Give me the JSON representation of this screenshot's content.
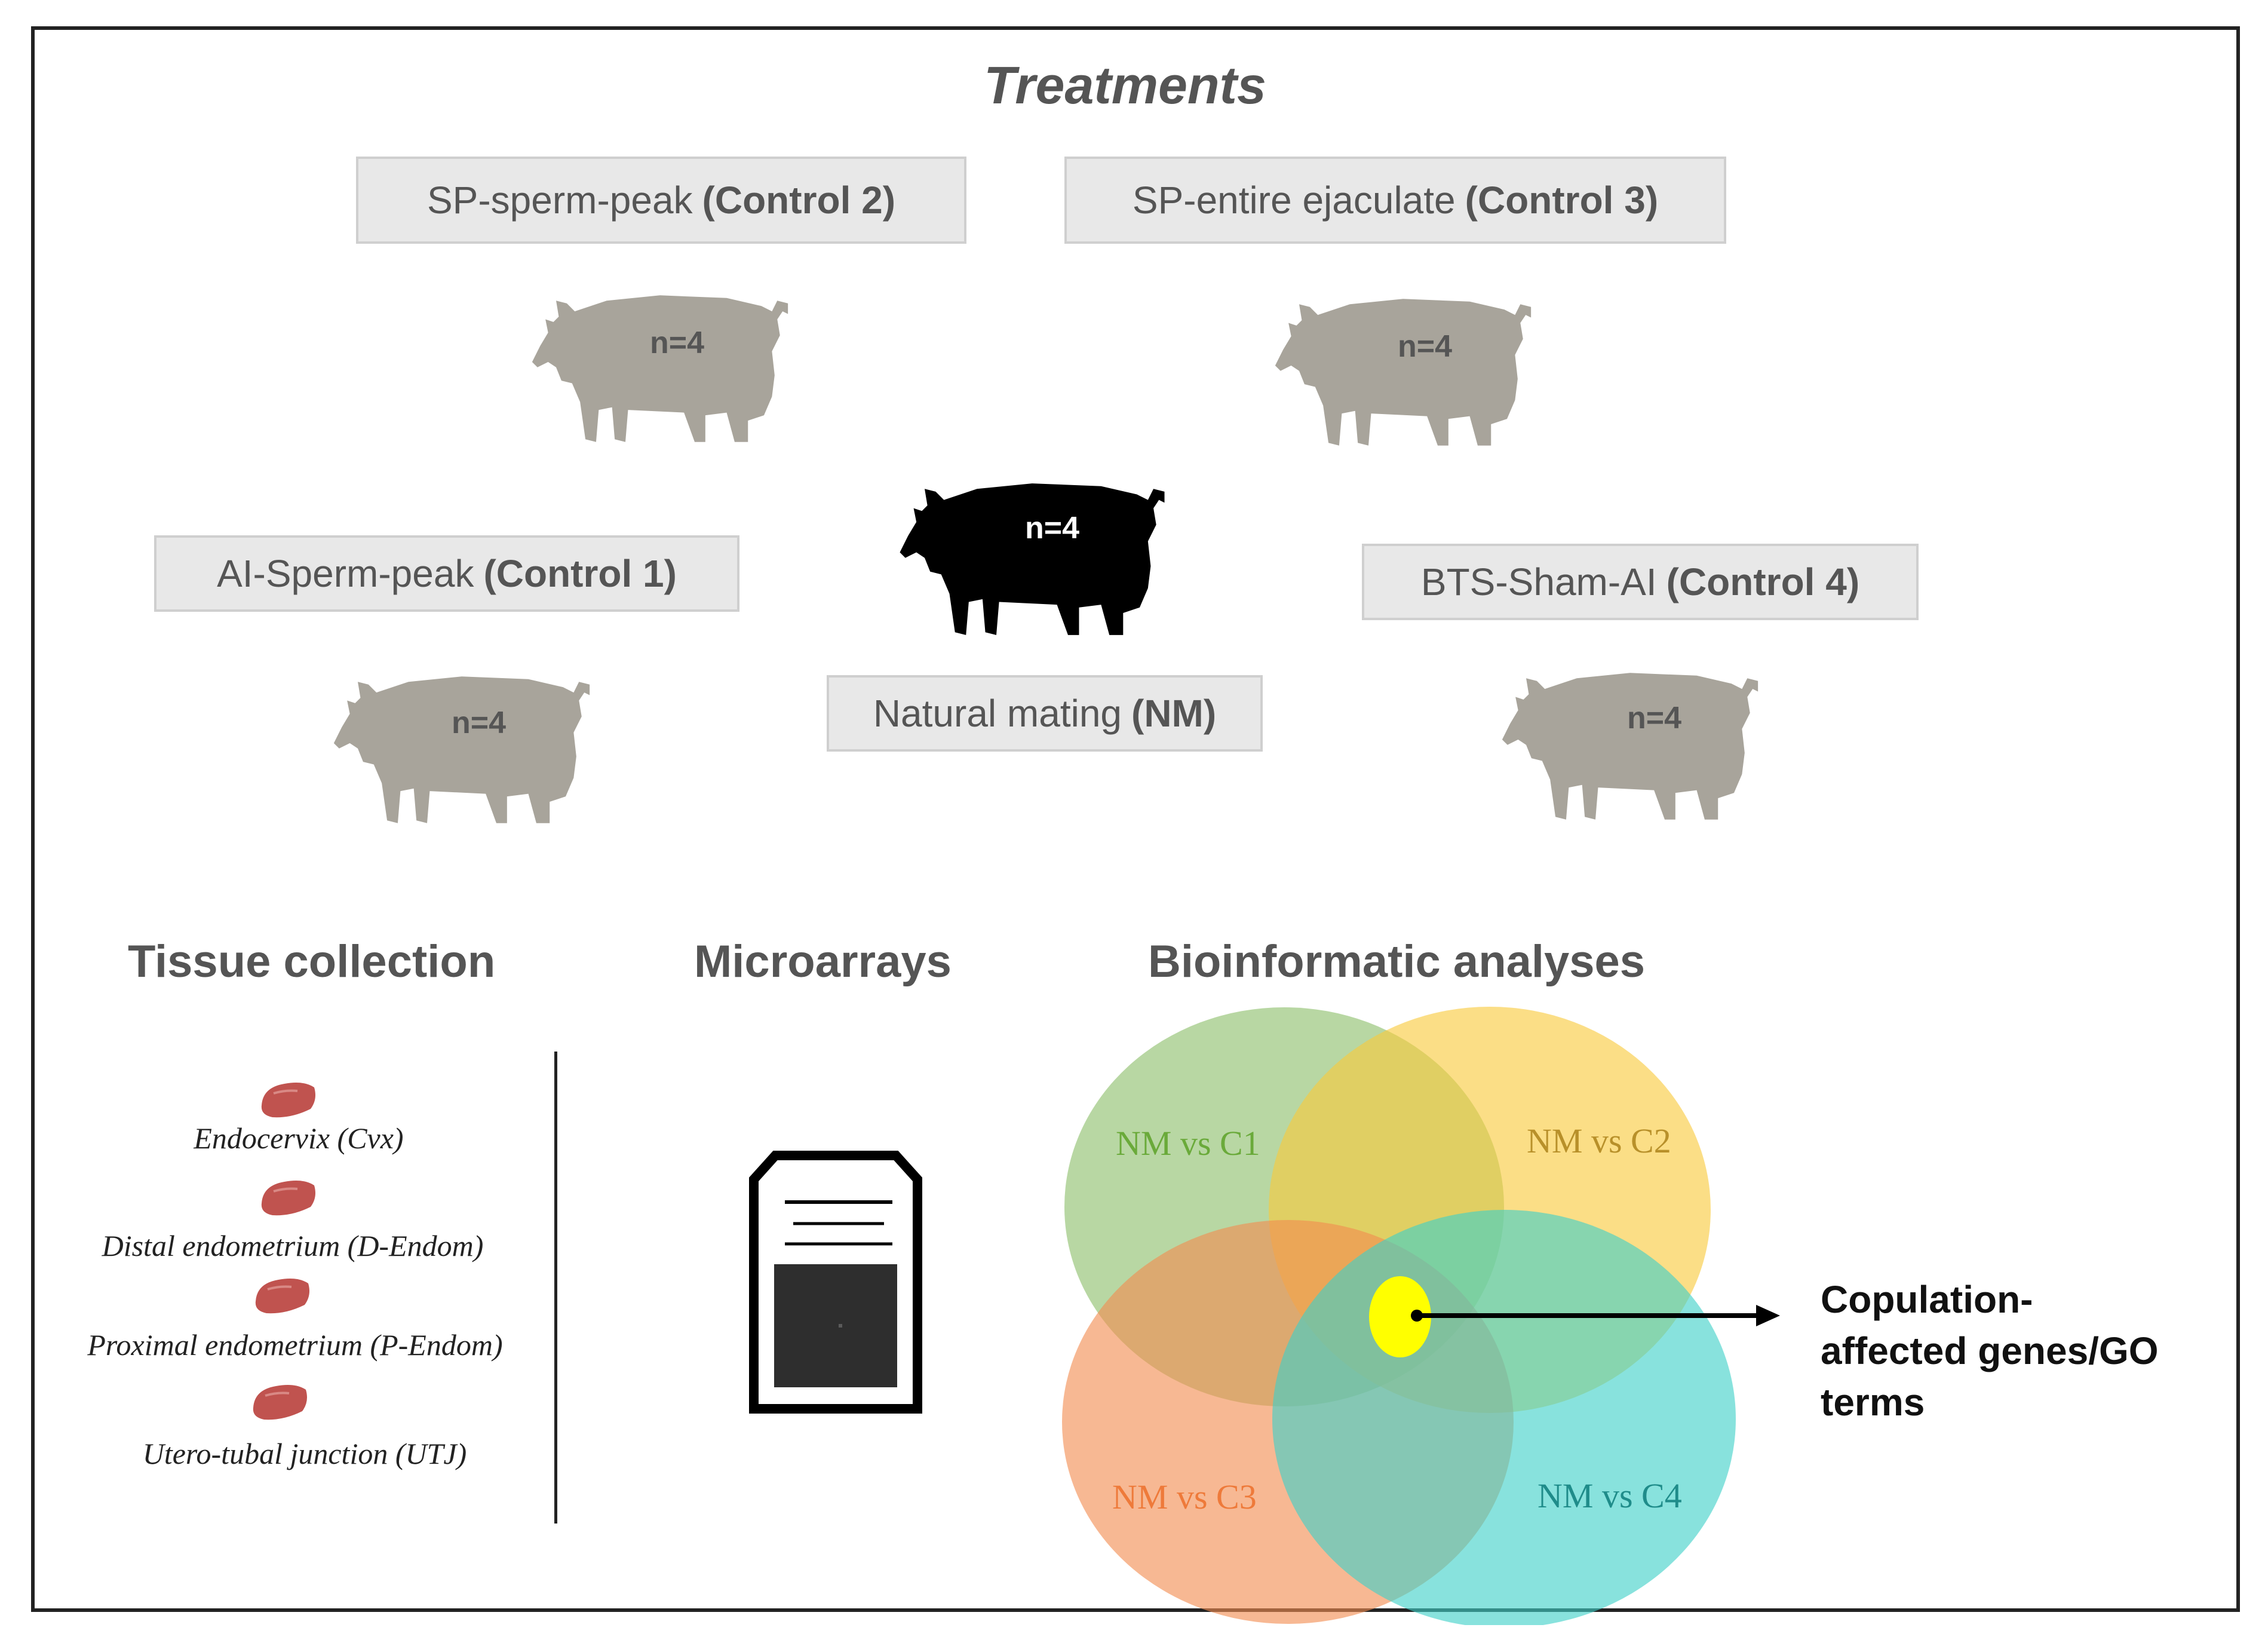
{
  "title": "Treatments",
  "treatments": {
    "control2": {
      "name": "SP-sperm-peak",
      "tag": "(Control 2)",
      "n": "n=4"
    },
    "control3": {
      "name": "SP-entire ejaculate",
      "tag": "(Control 3)",
      "n": "n=4"
    },
    "control1": {
      "name": "AI-Sperm-peak",
      "tag": "(Control 1)",
      "n": "n=4"
    },
    "control4": {
      "name": "BTS-Sham-AI",
      "tag": "(Control 4)",
      "n": "n=4"
    },
    "nm": {
      "name": "Natural mating",
      "tag": "(NM)",
      "n": "n=4"
    }
  },
  "sections": {
    "tissue": "Tissue collection",
    "microarrays": "Microarrays",
    "bioinfo": "Bioinformatic analyses"
  },
  "tissues": [
    "Endocervix (Cvx)",
    "Distal endometrium (D-Endom)",
    "Proximal endometrium (P-Endom)",
    "Utero-tubal junction (UTJ)"
  ],
  "venn": {
    "c1": "NM vs C1",
    "c2": "NM vs C2",
    "c3": "NM vs C3",
    "c4": "NM vs C4",
    "colors": {
      "c1": "#8cbf6a",
      "c2": "#f9c93c",
      "c3": "#f28c50",
      "c4": "#3fd0c8",
      "center": "#ffff00"
    }
  },
  "output": {
    "line1": "Copulation-",
    "line2": "affected genes/GO",
    "line3": "terms"
  },
  "colors": {
    "pig_gray": "#a8a49b",
    "pig_black": "#000000",
    "text_gray": "#555555"
  }
}
